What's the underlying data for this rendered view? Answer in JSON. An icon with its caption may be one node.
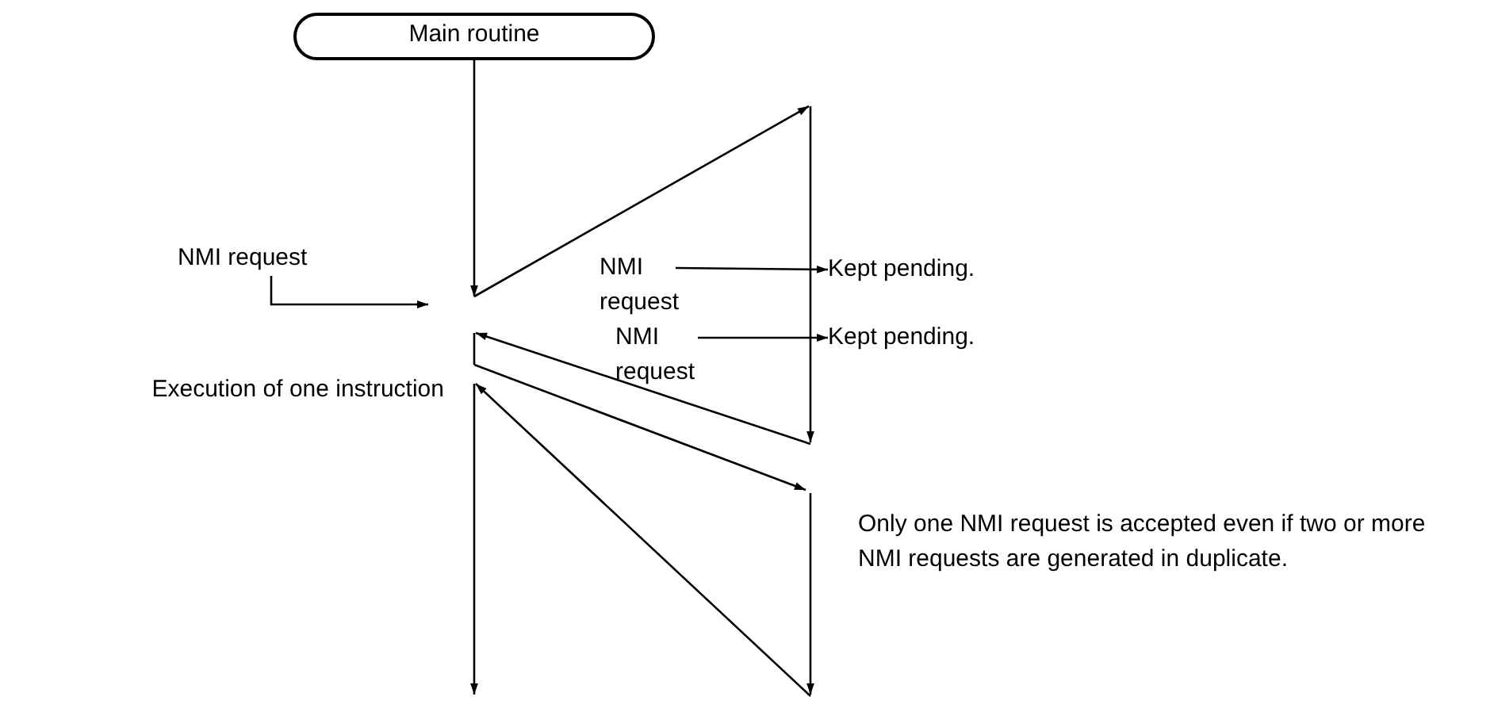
{
  "diagram": {
    "nodes": [
      {
        "text": [
          "Main routine"
        ]
      },
      {
        "text": [
          "NMI request"
        ]
      },
      {
        "text": [
          "NMI request"
        ]
      },
      {
        "text": [
          "Kept pending."
        ]
      },
      {
        "text": [
          "NMI request"
        ]
      },
      {
        "text": [
          "Kept pending."
        ]
      }
    ],
    "edges": [
      {
        "from": 0,
        "to": null,
        "arrow": "to"
      },
      {
        "from": 1,
        "to": null,
        "arrow": "to"
      },
      {
        "from": 2,
        "to": 3,
        "arrow": "to"
      },
      {
        "from": 4,
        "to": 5,
        "arrow": "to"
      }
    ],
    "labels": [
      "Execution of one instruction",
      "Only one NMI request is accepted even if two or more NMI requests are generated in duplicate."
    ]
  }
}
